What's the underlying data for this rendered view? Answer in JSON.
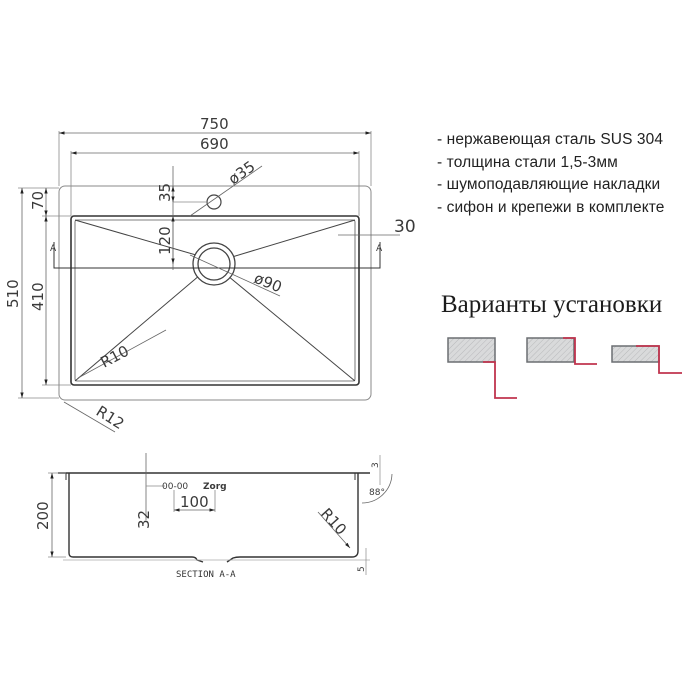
{
  "features": {
    "items": [
      "- нержавеющая сталь SUS 304",
      "- толщина стали 1,5-3мм",
      "- шумоподавляющие накладки",
      "- сифон и крепежи в комплекте"
    ]
  },
  "installation": {
    "title": "Варианты установки",
    "variants": [
      "undermount",
      "flush-mount",
      "top-mount"
    ],
    "accent_color": "#c0344e",
    "slab_fill": "#d9dadb"
  },
  "plan_view": {
    "overall_width": "750",
    "inner_width": "690",
    "overall_depth": "510",
    "inner_depth": "410",
    "rim_front": "70",
    "tap_hole_offset": "35",
    "tap_hole_diameter": "ø35",
    "drain_offset": "120",
    "drain_diameter": "ø90",
    "side_rim": "30",
    "inner_radius": "R10",
    "outer_radius": "R12",
    "section_marker": "A"
  },
  "section_view": {
    "depth": "200",
    "overflow_offset": "32",
    "overflow_spacing": "100",
    "inner_radius": "R10",
    "top_thickness": "3",
    "bottom_thickness": "5",
    "wall_angle": "88°",
    "label": "SECTION A-A",
    "overflow_mark": "00-00",
    "logo_mark": "Zorg"
  },
  "colors": {
    "line": "#333333",
    "dim_line": "#555555",
    "light_line": "#8a8a8a"
  }
}
